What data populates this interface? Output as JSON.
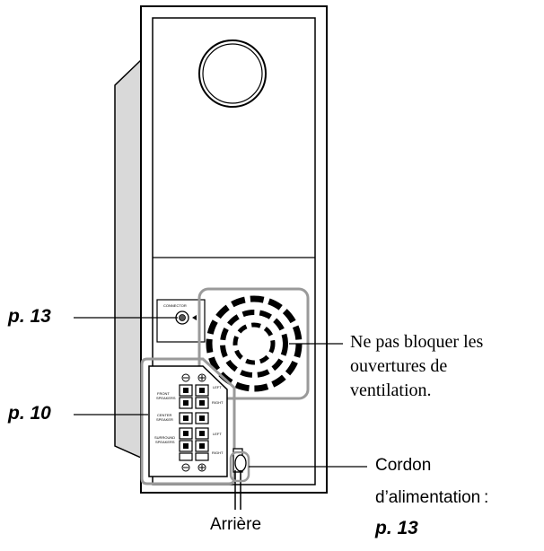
{
  "callouts": {
    "connector_ref": "p. 13",
    "speaker_ref": "p. 10",
    "ventilation_note": [
      "Ne pas bloquer les",
      "ouvertures de",
      "ventilation."
    ],
    "power_cord_label": [
      "Cordon",
      "d’alimentation :"
    ],
    "power_cord_ref": "p. 13",
    "rear_label": "Arrière"
  },
  "panel": {
    "connector_label": "CONNECTOR",
    "terminal_labels": {
      "front": [
        "FRONT",
        "SPEAKERS"
      ],
      "center": [
        "CENTER",
        "SPEAKER"
      ],
      "surround": [
        "SURROUND",
        "SPEAKERS"
      ],
      "left": "LEFT",
      "right": "RIGHT"
    }
  },
  "colors": {
    "line": "#000000",
    "side_panel": "#d9d9d9",
    "highlight_border": "#9a9a9a"
  }
}
